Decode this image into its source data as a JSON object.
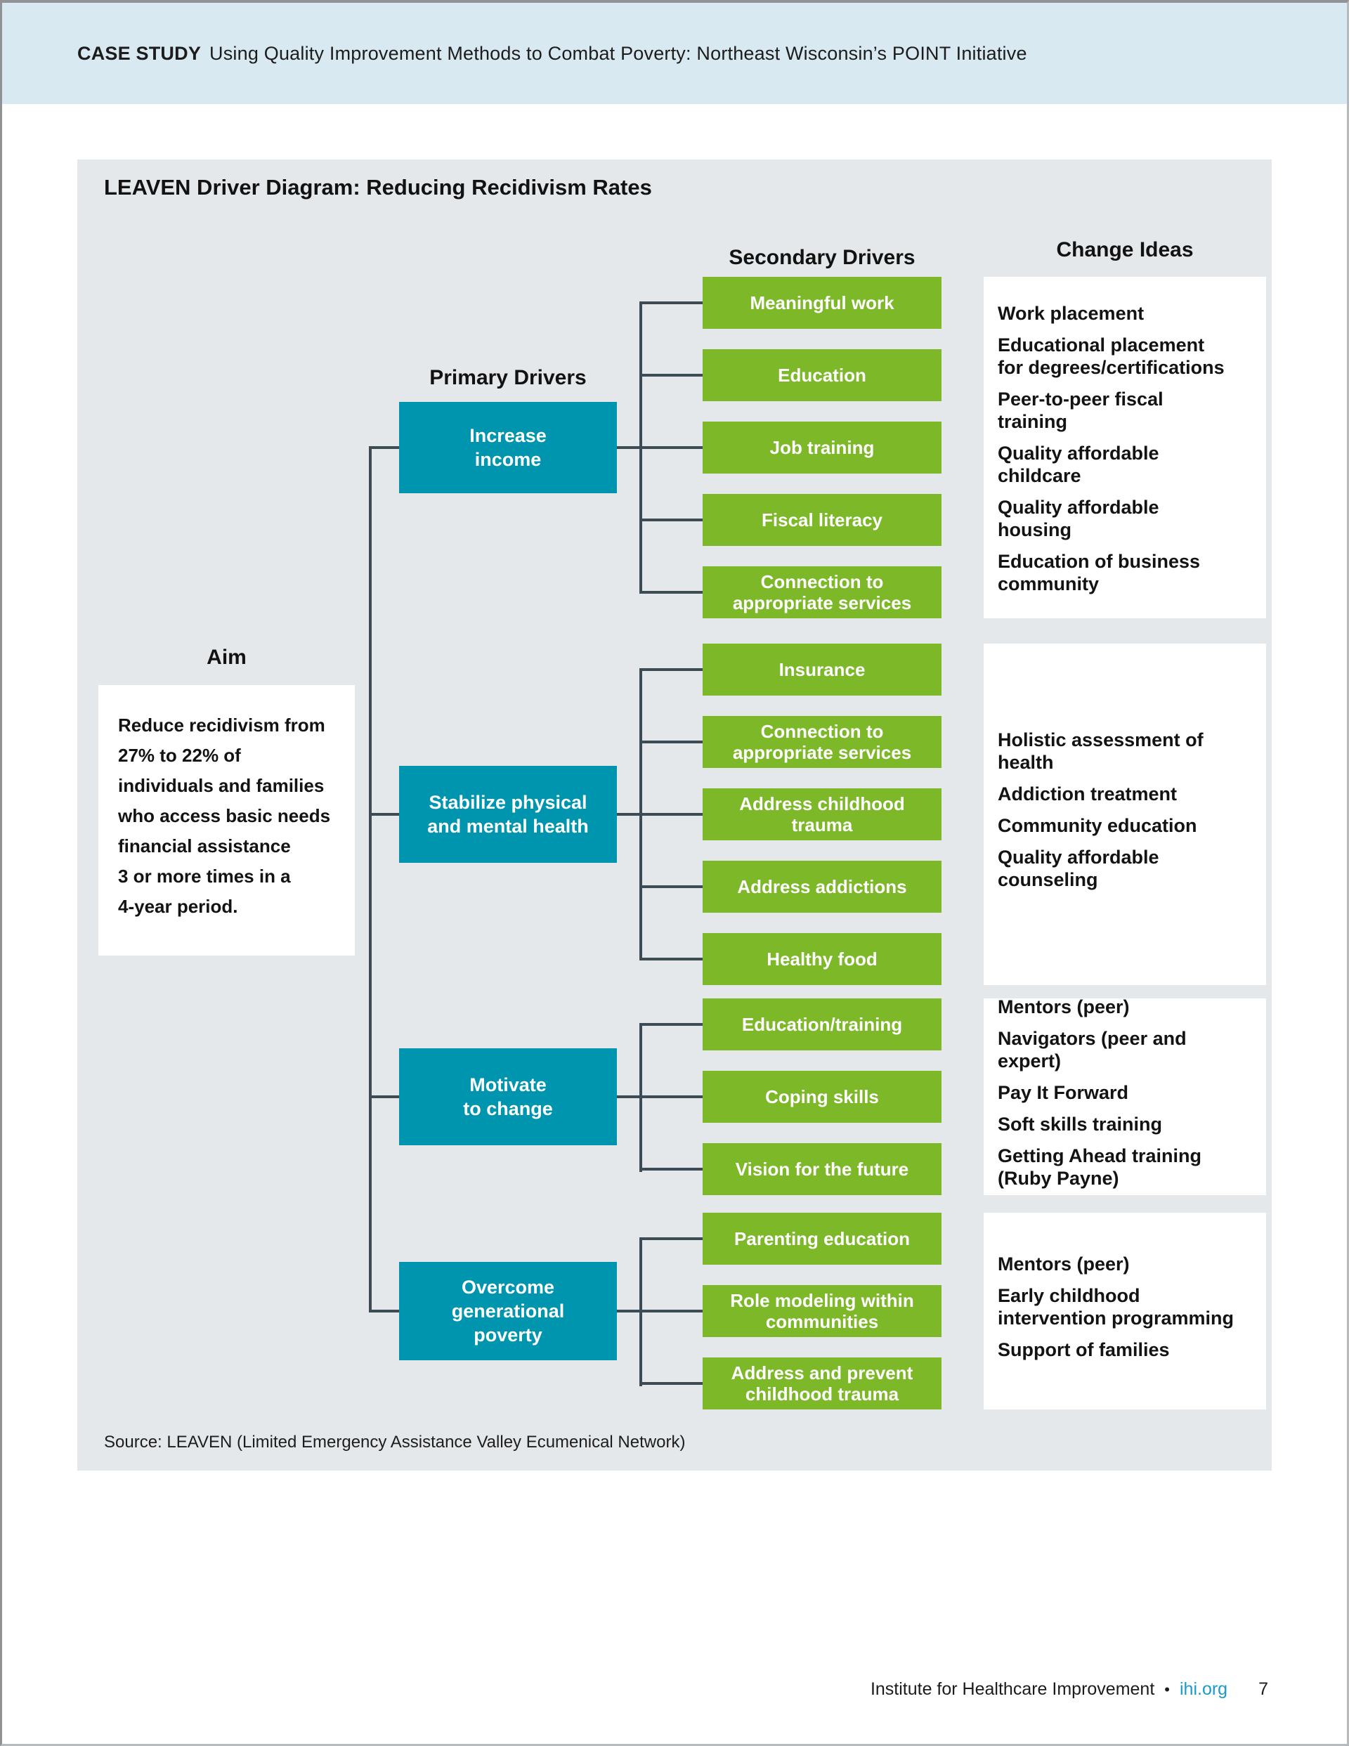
{
  "page_header": {
    "label": "CASE STUDY",
    "title": "Using Quality Improvement Methods to Combat Poverty: Northeast Wisconsin’s POINT Initiative"
  },
  "diagram": {
    "title": "LEAVEN Driver Diagram: Reducing Recidivism Rates",
    "column_headers": {
      "aim": "Aim",
      "primary": "Primary Drivers",
      "secondary": "Secondary Drivers",
      "change_ideas": "Change Ideas"
    },
    "aim_text": "Reduce recidivism from\n27% to 22% of\nindividuals and families\nwho access basic needs\nfinancial assistance\n3 or more times in a\n4-year period.",
    "primary_drivers": [
      "Increase\nincome",
      "Stabilize physical\nand mental health",
      "Motivate\nto change",
      "Overcome\ngenerational\npoverty"
    ],
    "secondary_groups": [
      [
        "Meaningful work",
        "Education",
        "Job training",
        "Fiscal literacy",
        "Connection to\nappropriate services"
      ],
      [
        "Insurance",
        "Connection to\nappropriate services",
        "Address childhood\ntrauma",
        "Address addictions",
        "Healthy food"
      ],
      [
        "Education/training",
        "Coping skills",
        "Vision for the future"
      ],
      [
        "Parenting education",
        "Role modeling within\ncommunities",
        "Address and prevent\nchildhood trauma"
      ]
    ],
    "change_ideas": [
      [
        "Work placement",
        "Educational placement\nfor degrees/certifications",
        "Peer-to-peer fiscal\ntraining",
        "Quality affordable\nchildcare",
        "Quality affordable\nhousing",
        "Education of business\ncommunity"
      ],
      [
        "Holistic assessment of\nhealth",
        "Addiction treatment",
        "Community education",
        "Quality affordable\ncounseling"
      ],
      [
        "Mentors (peer)",
        "Navigators (peer and\nexpert)",
        "Pay It Forward",
        "Soft skills training",
        "Getting Ahead training\n(Ruby Payne)"
      ],
      [
        "Mentors (peer)",
        "Early childhood\nintervention programming",
        "Support of families"
      ]
    ],
    "source": "Source: LEAVEN (Limited Emergency Assistance Valley Ecumenical Network)"
  },
  "footer": {
    "org": "Institute for Healthcare Improvement",
    "bullet": "•",
    "link": "ihi.org",
    "page": "7"
  },
  "colors": {
    "teal": "#0095af",
    "green": "#7cb828",
    "panel_bg": "#e4e8ea",
    "header_band_bg": "#d9e9f1",
    "connector": "#3d4b55",
    "link_blue": "#1a9bc9"
  }
}
